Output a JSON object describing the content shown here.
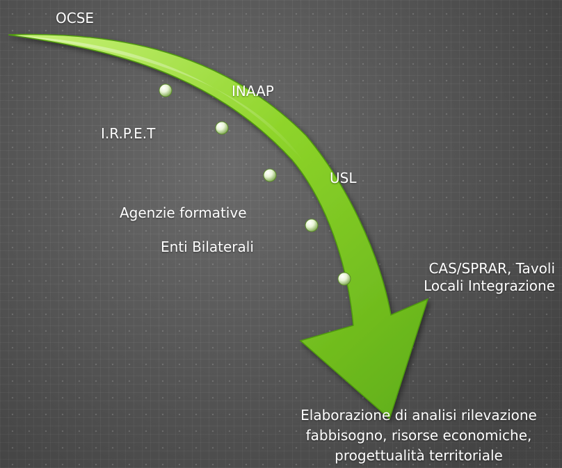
{
  "labels": {
    "ocse": "OCSE",
    "inaap": "INAAP",
    "irpet": "I.R.P.E.T",
    "usl": "USL",
    "agenzie": "Agenzie formative",
    "enti": "Enti Bilaterali",
    "cas_line1": "CAS/SPRAR, Tavoli",
    "cas_line2": "Locali Integrazione",
    "elab_line1": "Elaborazione di analisi rilevazione",
    "elab_line2": "fabbisogno, risorse economiche,",
    "elab_line3": "progettualità territoriale"
  },
  "colors": {
    "arrow_light": "#c9f27a",
    "arrow_mid": "#8ed42a",
    "arrow_dark": "#4f9a10",
    "text": "#ffffff"
  }
}
